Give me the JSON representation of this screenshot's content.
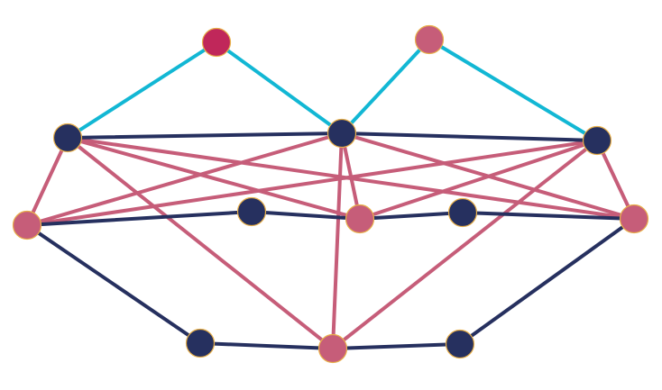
{
  "colors": {
    "navy": "#26305f",
    "pink": "#c65d79",
    "crimson": "#c0275a",
    "cyan": "#12b7d4",
    "node_outline": "#e8b04a",
    "background": "#ffffff"
  },
  "nodes": [
    {
      "id": "top-left",
      "color": "crimson"
    },
    {
      "id": "top-right",
      "color": "pink"
    },
    {
      "id": "upper-left",
      "color": "navy"
    },
    {
      "id": "upper-center",
      "color": "navy"
    },
    {
      "id": "upper-right",
      "color": "navy"
    },
    {
      "id": "middle-far-left",
      "color": "pink"
    },
    {
      "id": "middle-left",
      "color": "navy"
    },
    {
      "id": "middle-center",
      "color": "pink"
    },
    {
      "id": "middle-right",
      "color": "navy"
    },
    {
      "id": "middle-far-right",
      "color": "pink"
    },
    {
      "id": "bottom-left",
      "color": "navy"
    },
    {
      "id": "bottom-center",
      "color": "pink"
    },
    {
      "id": "bottom-right",
      "color": "navy"
    }
  ],
  "edges": [
    {
      "from": "top-left",
      "to": "upper-left",
      "color": "cyan"
    },
    {
      "from": "top-left",
      "to": "upper-center",
      "color": "cyan"
    },
    {
      "from": "top-right",
      "to": "upper-center",
      "color": "cyan"
    },
    {
      "from": "top-right",
      "to": "upper-right",
      "color": "cyan"
    },
    {
      "from": "upper-left",
      "to": "upper-center",
      "color": "navy"
    },
    {
      "from": "upper-center",
      "to": "upper-right",
      "color": "navy"
    },
    {
      "from": "middle-far-left",
      "to": "middle-left",
      "color": "navy"
    },
    {
      "from": "middle-left",
      "to": "middle-center",
      "color": "navy"
    },
    {
      "from": "middle-center",
      "to": "middle-right",
      "color": "navy"
    },
    {
      "from": "middle-right",
      "to": "middle-far-right",
      "color": "navy"
    },
    {
      "from": "middle-far-left",
      "to": "bottom-left",
      "color": "navy"
    },
    {
      "from": "bottom-left",
      "to": "bottom-center",
      "color": "navy"
    },
    {
      "from": "bottom-center",
      "to": "bottom-right",
      "color": "navy"
    },
    {
      "from": "bottom-right",
      "to": "middle-far-right",
      "color": "navy"
    },
    {
      "from": "upper-left",
      "to": "middle-far-left",
      "color": "pink"
    },
    {
      "from": "upper-left",
      "to": "middle-center",
      "color": "pink"
    },
    {
      "from": "upper-left",
      "to": "middle-far-right",
      "color": "pink"
    },
    {
      "from": "upper-left",
      "to": "bottom-center",
      "color": "pink"
    },
    {
      "from": "upper-center",
      "to": "middle-far-left",
      "color": "pink"
    },
    {
      "from": "upper-center",
      "to": "middle-center",
      "color": "pink"
    },
    {
      "from": "upper-center",
      "to": "middle-far-right",
      "color": "pink"
    },
    {
      "from": "upper-center",
      "to": "bottom-center",
      "color": "pink"
    },
    {
      "from": "upper-right",
      "to": "middle-far-left",
      "color": "pink"
    },
    {
      "from": "upper-right",
      "to": "middle-center",
      "color": "pink"
    },
    {
      "from": "upper-right",
      "to": "middle-far-right",
      "color": "pink"
    },
    {
      "from": "upper-right",
      "to": "bottom-center",
      "color": "pink"
    }
  ]
}
